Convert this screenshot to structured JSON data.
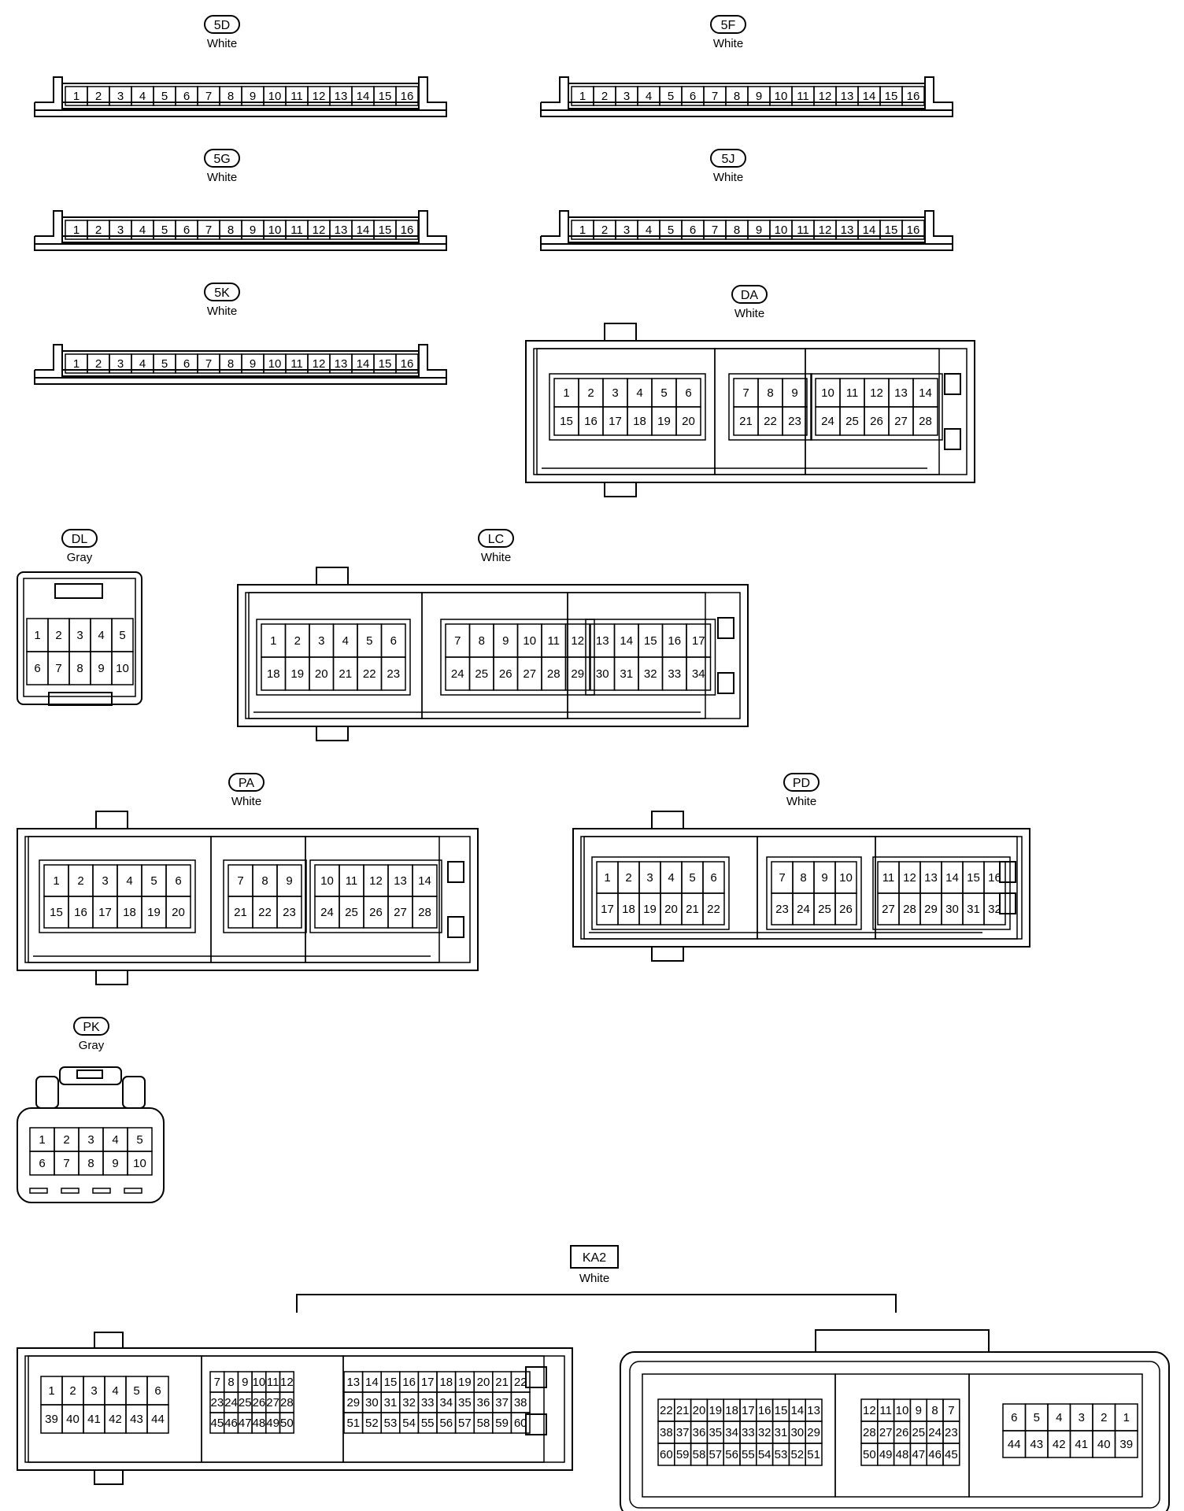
{
  "connectors": [
    {
      "code": "5D",
      "color": "White",
      "pin_rows": [
        [
          "1",
          "2",
          "3",
          "4",
          "5",
          "6",
          "7",
          "8",
          "9",
          "10",
          "11",
          "12",
          "13",
          "14",
          "15",
          "16"
        ]
      ]
    },
    {
      "code": "5F",
      "color": "White",
      "pin_rows": [
        [
          "1",
          "2",
          "3",
          "4",
          "5",
          "6",
          "7",
          "8",
          "9",
          "10",
          "11",
          "12",
          "13",
          "14",
          "15",
          "16"
        ]
      ]
    },
    {
      "code": "5G",
      "color": "White",
      "pin_rows": [
        [
          "1",
          "2",
          "3",
          "4",
          "5",
          "6",
          "7",
          "8",
          "9",
          "10",
          "11",
          "12",
          "13",
          "14",
          "15",
          "16"
        ]
      ]
    },
    {
      "code": "5J",
      "color": "White",
      "pin_rows": [
        [
          "1",
          "2",
          "3",
          "4",
          "5",
          "6",
          "7",
          "8",
          "9",
          "10",
          "11",
          "12",
          "13",
          "14",
          "15",
          "16"
        ]
      ]
    },
    {
      "code": "5K",
      "color": "White",
      "pin_rows": [
        [
          "1",
          "2",
          "3",
          "4",
          "5",
          "6",
          "7",
          "8",
          "9",
          "10",
          "11",
          "12",
          "13",
          "14",
          "15",
          "16"
        ]
      ]
    },
    {
      "code": "DA",
      "color": "White",
      "groups": [
        [
          [
            "1",
            "2",
            "3",
            "4",
            "5",
            "6"
          ],
          [
            "15",
            "16",
            "17",
            "18",
            "19",
            "20"
          ]
        ],
        [
          [
            "7",
            "8",
            "9"
          ],
          [
            "21",
            "22",
            "23"
          ]
        ],
        [
          [
            "10",
            "11",
            "12",
            "13",
            "14"
          ],
          [
            "24",
            "25",
            "26",
            "27",
            "28"
          ]
        ]
      ]
    },
    {
      "code": "DL",
      "color": "Gray",
      "pin_rows": [
        [
          "1",
          "2",
          "3",
          "4",
          "5"
        ],
        [
          "6",
          "7",
          "8",
          "9",
          "10"
        ]
      ]
    },
    {
      "code": "LC",
      "color": "White",
      "groups": [
        [
          [
            "1",
            "2",
            "3",
            "4",
            "5",
            "6"
          ],
          [
            "18",
            "19",
            "20",
            "21",
            "22",
            "23"
          ]
        ],
        [
          [
            "7",
            "8",
            "9",
            "10",
            "11",
            "12"
          ],
          [
            "24",
            "25",
            "26",
            "27",
            "28",
            "29"
          ]
        ],
        [
          [
            "13",
            "14",
            "15",
            "16",
            "17"
          ],
          [
            "30",
            "31",
            "32",
            "33",
            "34"
          ]
        ]
      ]
    },
    {
      "code": "PA",
      "color": "White",
      "groups": [
        [
          [
            "1",
            "2",
            "3",
            "4",
            "5",
            "6"
          ],
          [
            "15",
            "16",
            "17",
            "18",
            "19",
            "20"
          ]
        ],
        [
          [
            "7",
            "8",
            "9"
          ],
          [
            "21",
            "22",
            "23"
          ]
        ],
        [
          [
            "10",
            "11",
            "12",
            "13",
            "14"
          ],
          [
            "24",
            "25",
            "26",
            "27",
            "28"
          ]
        ]
      ]
    },
    {
      "code": "PD",
      "color": "White",
      "groups": [
        [
          [
            "1",
            "2",
            "3",
            "4",
            "5",
            "6"
          ],
          [
            "17",
            "18",
            "19",
            "20",
            "21",
            "22"
          ]
        ],
        [
          [
            "7",
            "8",
            "9",
            "10"
          ],
          [
            "23",
            "24",
            "25",
            "26"
          ]
        ],
        [
          [
            "11",
            "12",
            "13",
            "14",
            "15",
            "16"
          ],
          [
            "27",
            "28",
            "29",
            "30",
            "31",
            "32"
          ]
        ]
      ]
    },
    {
      "code": "PK",
      "color": "Gray",
      "pin_rows": [
        [
          "1",
          "2",
          "3",
          "4",
          "5"
        ],
        [
          "6",
          "7",
          "8",
          "9",
          "10"
        ]
      ]
    },
    {
      "code": "KA2",
      "color": "White",
      "halves": [
        {
          "groups": [
            [
              [
                "1",
                "2",
                "3",
                "4",
                "5",
                "6"
              ],
              [
                "39",
                "40",
                "41",
                "42",
                "43",
                "44"
              ]
            ],
            [
              [
                "7",
                "8",
                "9",
                "10",
                "11",
                "12"
              ],
              [
                "23",
                "24",
                "25",
                "26",
                "27",
                "28"
              ],
              [
                "45",
                "46",
                "47",
                "48",
                "49",
                "50"
              ]
            ],
            [
              [
                "13",
                "14",
                "15",
                "16",
                "17",
                "18",
                "19",
                "20",
                "21",
                "22"
              ],
              [
                "29",
                "30",
                "31",
                "32",
                "33",
                "34",
                "35",
                "36",
                "37",
                "38"
              ],
              [
                "51",
                "52",
                "53",
                "54",
                "55",
                "56",
                "57",
                "58",
                "59",
                "60"
              ]
            ]
          ]
        },
        {
          "groups": [
            [
              [
                "22",
                "21",
                "20",
                "19",
                "18",
                "17",
                "16",
                "15",
                "14",
                "13"
              ],
              [
                "38",
                "37",
                "36",
                "35",
                "34",
                "33",
                "32",
                "31",
                "30",
                "29"
              ],
              [
                "60",
                "59",
                "58",
                "57",
                "56",
                "55",
                "54",
                "53",
                "52",
                "51"
              ]
            ],
            [
              [
                "12",
                "11",
                "10",
                "9",
                "8",
                "7"
              ],
              [
                "28",
                "27",
                "26",
                "25",
                "24",
                "23"
              ],
              [
                "50",
                "49",
                "48",
                "47",
                "46",
                "45"
              ]
            ],
            [
              [
                "6",
                "5",
                "4",
                "3",
                "2",
                "1"
              ],
              [
                "44",
                "43",
                "42",
                "41",
                "40",
                "39"
              ]
            ]
          ]
        }
      ]
    }
  ]
}
